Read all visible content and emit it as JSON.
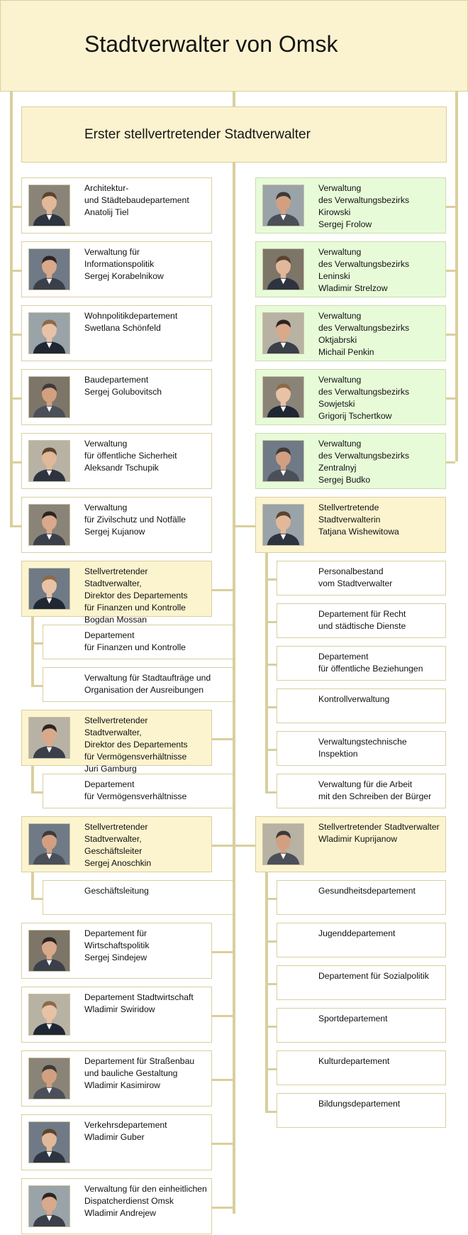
{
  "title": "Stadtverwalter von Omsk",
  "first_deputy": "Erster stellvertretender Stadtverwalter",
  "colors": {
    "line": "#d9cf9c",
    "border": "#d8cf9f",
    "yellow": "#fbf4cf",
    "green": "#e8fbd8",
    "white": "#ffffff"
  },
  "left_column": [
    {
      "text": "Architektur-\nund Städtebaudepartement\nAnatolij Tiel",
      "photo": "portrait-photo",
      "style": "white"
    },
    {
      "text": "Verwaltung für Informationspolitik\nSergej Korabelnikow",
      "photo": "portrait-photo",
      "style": "white"
    },
    {
      "text": "Wohnpolitikdepartement\nSwetlana Schönfeld",
      "photo": "portrait-photo",
      "style": "white"
    },
    {
      "text": "Baudepartement\nSergej Golubovitsch",
      "photo": "portrait-photo",
      "style": "white"
    },
    {
      "text": "Verwaltung\nfür öffentliche Sicherheit\nAleksandr Tschupik",
      "photo": "portrait-photo",
      "style": "white"
    },
    {
      "text": "Verwaltung\nfür Zivilschutz und Notfälle\nSergej Kujanow",
      "photo": "portrait-photo",
      "style": "white"
    },
    {
      "text": "Stellvertretender Stadtverwalter,\nDirektor des Departements\nfür Finanzen und Kontrolle\nBogdan Mossan",
      "photo": "portrait-photo",
      "style": "yellow"
    },
    {
      "text": "Departement\nfür Finanzen und Kontrolle",
      "photo": null,
      "style": "white",
      "sub": true
    },
    {
      "text": "Verwaltung für Stadtaufträge und\nOrganisation der  Ausreibungen",
      "photo": null,
      "style": "white",
      "sub": true
    },
    {
      "text": "Stellvertretender Stadtverwalter,\nDirektor des Departements\nfür Vermögensverhältnisse\nJuri Gamburg",
      "photo": "portrait-photo",
      "style": "yellow"
    },
    {
      "text": "Departement\nfür Vermögensverhältnisse",
      "photo": null,
      "style": "white",
      "sub": true
    },
    {
      "text": "Stellvertretender Stadtverwalter,\nGeschäftsleiter\nSergej Anoschkin",
      "photo": "portrait-photo",
      "style": "yellow"
    },
    {
      "text": "Geschäftsleitung",
      "photo": null,
      "style": "white",
      "sub": true
    },
    {
      "text": "Departement für Wirtschaftspolitik\nSergej Sindejew",
      "photo": "portrait-photo",
      "style": "white"
    },
    {
      "text": "Departement Stadtwirtschaft\nWladimir Swiridow",
      "photo": "portrait-photo",
      "style": "white"
    },
    {
      "text": "Departement für Straßenbau\nund bauliche Gestaltung\nWladimir Kasimirow",
      "photo": "portrait-photo",
      "style": "white"
    },
    {
      "text": "Verkehrsdepartement\nWladimir Guber",
      "photo": "portrait-photo",
      "style": "white"
    },
    {
      "text": "Verwaltung für den einheitlichen\nDispatcherdienst Omsk\nWladimir Andrejew",
      "photo": "portrait-photo",
      "style": "white"
    }
  ],
  "right_column": [
    {
      "text": "Verwaltung\ndes Verwaltungsbezirks Kirowski\nSergej Frolow",
      "photo": "portrait-photo",
      "style": "green"
    },
    {
      "text": "Verwaltung\ndes Verwaltungsbezirks Leninski\nWladimir Strelzow",
      "photo": "portrait-photo",
      "style": "green"
    },
    {
      "text": "Verwaltung\ndes Verwaltungsbezirks Oktjabrski\nMichail Penkin",
      "photo": "portrait-photo",
      "style": "green"
    },
    {
      "text": "Verwaltung\ndes Verwaltungsbezirks Sowjetski\nGrigorij Tschertkow",
      "photo": "portrait-photo",
      "style": "green"
    },
    {
      "text": "Verwaltung\ndes Verwaltungsbezirks Zentralnyj\nSergej Budko",
      "photo": "portrait-photo",
      "style": "green"
    },
    {
      "text": "Stellvertretende Stadtverwalterin\nTatjana Wishewitowa",
      "photo": "portrait-photo",
      "style": "yellow"
    },
    {
      "text": "Personalbestand\nvom Stadtverwalter",
      "photo": null,
      "style": "white",
      "sub": true
    },
    {
      "text": "Departement für Recht\nund städtische Dienste",
      "photo": null,
      "style": "white",
      "sub": true
    },
    {
      "text": "Departement\nfür öffentliche Beziehungen",
      "photo": null,
      "style": "white",
      "sub": true
    },
    {
      "text": "Kontrollverwaltung",
      "photo": null,
      "style": "white",
      "sub": true
    },
    {
      "text": "Verwaltungstechnische Inspektion",
      "photo": null,
      "style": "white",
      "sub": true
    },
    {
      "text": "Verwaltung für die Arbeit\nmit den Schreiben der Bürger",
      "photo": null,
      "style": "white",
      "sub": true
    },
    {
      "text": "Stellvertretender Stadtverwalter\nWladimir Kuprijanow",
      "photo": "portrait-photo",
      "style": "yellow"
    },
    {
      "text": "Gesundheitsdepartement",
      "photo": null,
      "style": "white",
      "sub": true
    },
    {
      "text": "Jugenddepartement",
      "photo": null,
      "style": "white",
      "sub": true
    },
    {
      "text": "Departement für Sozialpolitik",
      "photo": null,
      "style": "white",
      "sub": true
    },
    {
      "text": "Sportdepartement",
      "photo": null,
      "style": "white",
      "sub": true
    },
    {
      "text": "Kulturdepartement",
      "photo": null,
      "style": "white",
      "sub": true
    },
    {
      "text": "Bildungsdepartement",
      "photo": null,
      "style": "white",
      "sub": true
    }
  ]
}
